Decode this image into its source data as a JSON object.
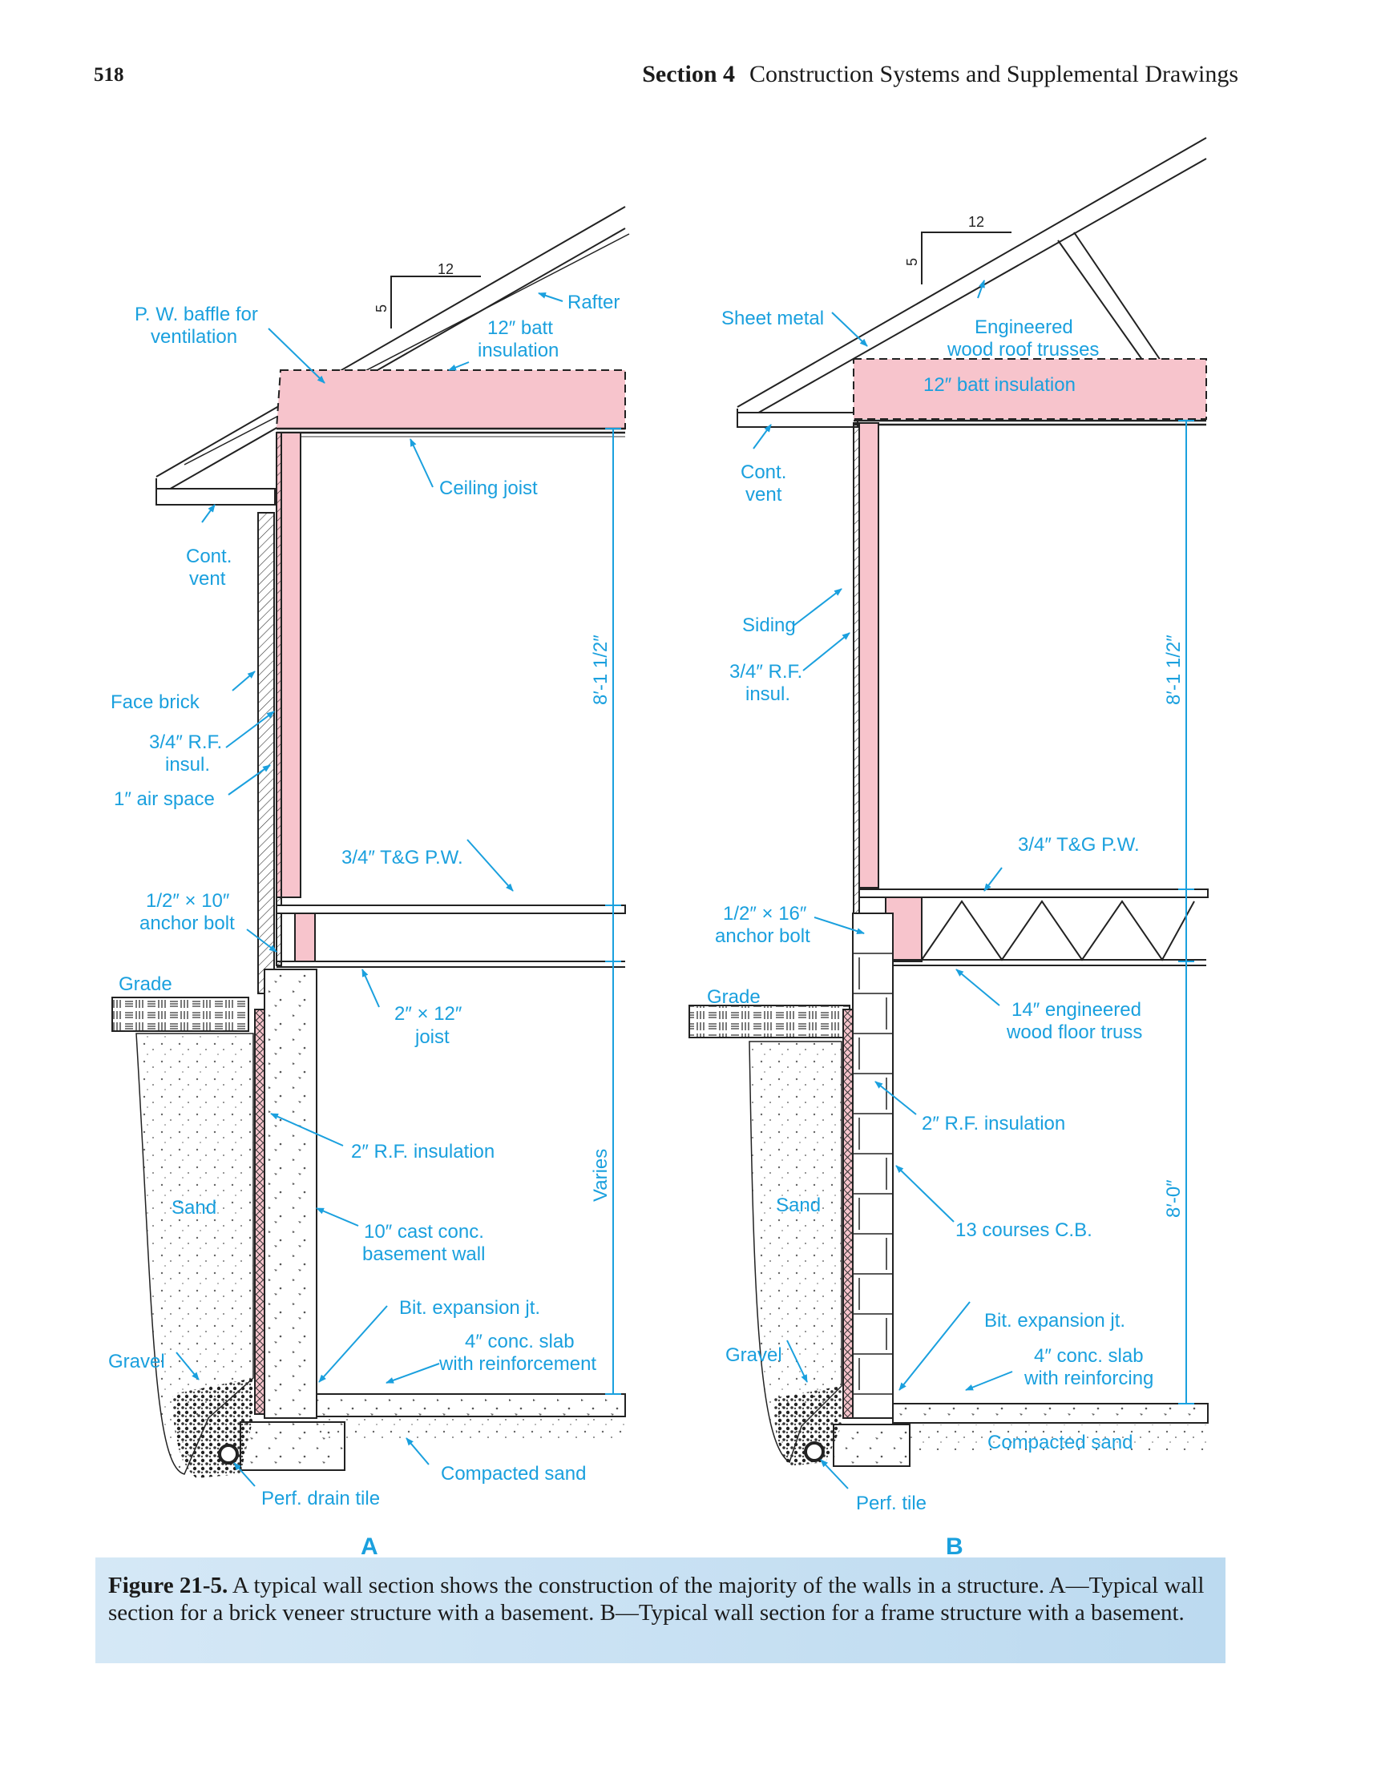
{
  "header": {
    "page_number": "518",
    "section_label": "Section 4",
    "section_title": "Construction Systems and Supplemental Drawings"
  },
  "figure_a": {
    "panel_label": "A",
    "pitch_rise": "5",
    "pitch_run": "12",
    "labels": {
      "baffle_1": "P. W. baffle for",
      "baffle_2": "ventilation",
      "rafter": "Rafter",
      "batt_1": "12″ batt",
      "batt_2": "insulation",
      "ceiling_joist": "Ceiling joist",
      "vent_1": "Cont.",
      "vent_2": "vent",
      "face_brick": "Face brick",
      "rf_1": "3/4″ R.F.",
      "rf_2": "insul.",
      "air_space": "1″ air space",
      "tg": "3/4″ T&G P.W.",
      "bolt_1": "1/2″ × 10″",
      "bolt_2": "anchor bolt",
      "grade": "Grade",
      "joist_1": "2″ × 12″",
      "joist_2": "joist",
      "rf2": "2″ R.F. insulation",
      "sand": "Sand",
      "wall_1": "10″ cast conc.",
      "wall_2": "basement wall",
      "bit": "Bit. expansion jt.",
      "slab_1": "4″ conc. slab",
      "slab_2": "with reinforcement",
      "gravel": "Gravel",
      "compacted": "Compacted sand",
      "drain": "Perf. drain tile",
      "dim_upper": "8′-1 1/2″",
      "dim_lower": "Varies"
    }
  },
  "figure_b": {
    "panel_label": "B",
    "pitch_rise": "5",
    "pitch_run": "12",
    "labels": {
      "sheet_metal": "Sheet metal",
      "truss_1": "Engineered",
      "truss_2": "wood roof trusses",
      "batt": "12″ batt insulation",
      "vent_1": "Cont.",
      "vent_2": "vent",
      "siding": "Siding",
      "rf_1": "3/4″ R.F.",
      "rf_2": "insul.",
      "tg": "3/4″ T&G P.W.",
      "bolt_1": "1/2″ × 16″",
      "bolt_2": "anchor bolt",
      "grade": "Grade",
      "floor_truss_1": "14″ engineered",
      "floor_truss_2": "wood floor truss",
      "rf2": "2″ R.F. insulation",
      "sand": "Sand",
      "cb": "13 courses C.B.",
      "bit": "Bit. expansion jt.",
      "slab_1": "4″ conc. slab",
      "slab_2": "with reinforcing",
      "gravel": "Gravel",
      "compacted": "Compacted sand",
      "tile": "Perf. tile",
      "dim_upper": "8′-1 1/2″",
      "dim_lower": "8′-0″"
    }
  },
  "caption": {
    "figure_number": "Figure 21-5.",
    "text": " A typical wall section shows the construction of the majority of the walls in a structure. A—Typical wall section for a brick veneer structure with a basement. B—Typical wall section for a frame structure with a basement."
  },
  "colors": {
    "label_blue": "#1aa0de",
    "insulation_pink": "#f7c4cc",
    "caption_bg": "#c8e1f3"
  }
}
